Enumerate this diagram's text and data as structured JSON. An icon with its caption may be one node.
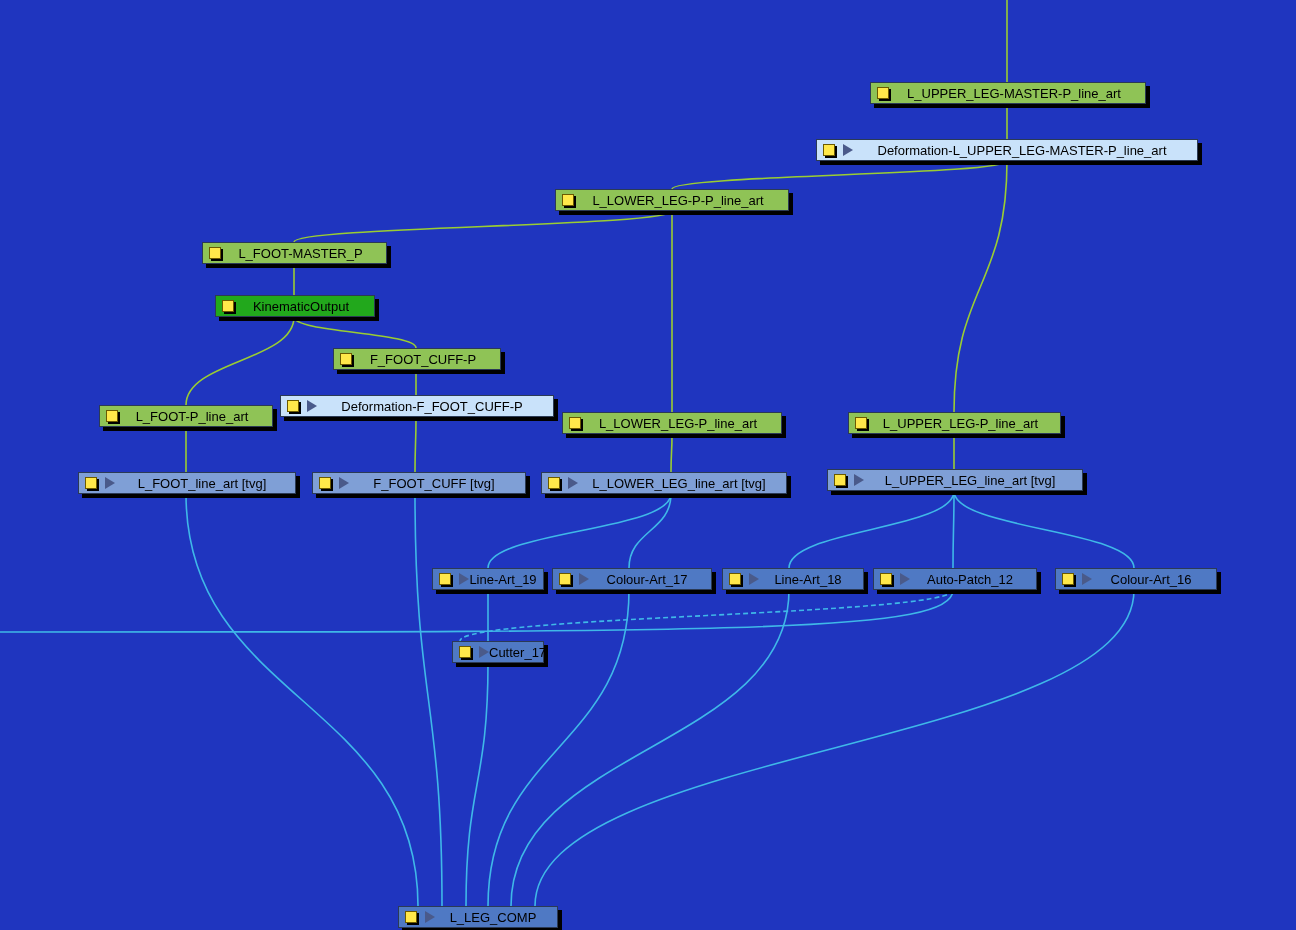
{
  "diagram": {
    "nodes": [
      {
        "text": [
          "L_UPPER_LEG-MASTER-P_line_art"
        ]
      },
      {
        "text": [
          "Deformation-L_UPPER_LEG-MASTER-P_line_art"
        ]
      },
      {
        "text": [
          "L_LOWER_LEG-P-P_line_art"
        ]
      },
      {
        "text": [
          "L_FOOT-MASTER_P"
        ]
      },
      {
        "text": [
          "KinematicOutput"
        ]
      },
      {
        "text": [
          "F_FOOT_CUFF-P"
        ]
      },
      {
        "text": [
          "L_FOOT-P_line_art"
        ]
      },
      {
        "text": [
          "Deformation-F_FOOT_CUFF-P"
        ]
      },
      {
        "text": [
          "L_LOWER_LEG-P_line_art"
        ]
      },
      {
        "text": [
          "L_UPPER_LEG-P_line_art"
        ]
      },
      {
        "text": [
          "L_FOOT_line_art [tvg]"
        ]
      },
      {
        "text": [
          "F_FOOT_CUFF [tvg]"
        ]
      },
      {
        "text": [
          "L_LOWER_LEG_line_art [tvg]"
        ]
      },
      {
        "text": [
          "L_UPPER_LEG_line_art [tvg]"
        ]
      },
      {
        "text": [
          "Line-Art_19"
        ]
      },
      {
        "text": [
          "Colour-Art_17"
        ]
      },
      {
        "text": [
          "Line-Art_18"
        ]
      },
      {
        "text": [
          "Auto-Patch_12"
        ]
      },
      {
        "text": [
          "Colour-Art_16"
        ]
      },
      {
        "text": [
          "Cutter_17"
        ]
      },
      {
        "text": [
          "L_LEG_COMP"
        ]
      }
    ],
    "edges": [
      {
        "from": null,
        "to": 0,
        "arrow": "none",
        "color": "#9acd32"
      },
      {
        "from": 0,
        "to": 1,
        "arrow": "none",
        "color": "#9acd32"
      },
      {
        "from": 1,
        "to": 2,
        "arrow": "none",
        "color": "#9acd32"
      },
      {
        "from": 1,
        "to": 9,
        "arrow": "none",
        "color": "#9acd32"
      },
      {
        "from": 2,
        "to": 3,
        "arrow": "none",
        "color": "#9acd32"
      },
      {
        "from": 2,
        "to": 8,
        "arrow": "none",
        "color": "#9acd32"
      },
      {
        "from": 3,
        "to": 4,
        "arrow": "none",
        "color": "#9acd32"
      },
      {
        "from": 4,
        "to": 6,
        "arrow": "none",
        "color": "#9acd32"
      },
      {
        "from": 4,
        "to": 5,
        "arrow": "none",
        "color": "#9acd32"
      },
      {
        "from": 5,
        "to": 7,
        "arrow": "none",
        "color": "#9acd32"
      },
      {
        "from": 6,
        "to": 10,
        "arrow": "none",
        "color": "#9acd32"
      },
      {
        "from": 7,
        "to": 11,
        "arrow": "none",
        "color": "#9acd32"
      },
      {
        "from": 8,
        "to": 12,
        "arrow": "none",
        "color": "#9acd32"
      },
      {
        "from": 9,
        "to": 13,
        "arrow": "none",
        "color": "#9acd32"
      },
      {
        "from": 12,
        "to": 14,
        "arrow": "none",
        "color": "#3fb8e8"
      },
      {
        "from": 12,
        "to": 15,
        "arrow": "none",
        "color": "#3fb8e8"
      },
      {
        "from": 13,
        "to": 16,
        "arrow": "none",
        "color": "#3fb8e8"
      },
      {
        "from": 13,
        "to": 17,
        "arrow": "none",
        "color": "#3fb8e8"
      },
      {
        "from": 13,
        "to": 18,
        "arrow": "none",
        "color": "#3fb8e8"
      },
      {
        "from": 14,
        "to": 19,
        "arrow": "none",
        "color": "#3fb8e8"
      },
      {
        "from": 17,
        "to": 19,
        "arrow": "none",
        "style": "dashed",
        "color": "#3fb8e8"
      },
      {
        "from": 17,
        "to": null,
        "arrow": "none",
        "color": "#3fb8e8"
      },
      {
        "from": 10,
        "to": 20,
        "arrow": "none",
        "color": "#3fb8e8"
      },
      {
        "from": 11,
        "to": 20,
        "arrow": "none",
        "color": "#3fb8e8"
      },
      {
        "from": 19,
        "to": 20,
        "arrow": "none",
        "color": "#3fb8e8"
      },
      {
        "from": 15,
        "to": 20,
        "arrow": "none",
        "color": "#3fb8e8"
      },
      {
        "from": 16,
        "to": 20,
        "arrow": "none",
        "color": "#3fb8e8"
      },
      {
        "from": 18,
        "to": 20,
        "arrow": "none",
        "color": "#3fb8e8"
      }
    ]
  }
}
